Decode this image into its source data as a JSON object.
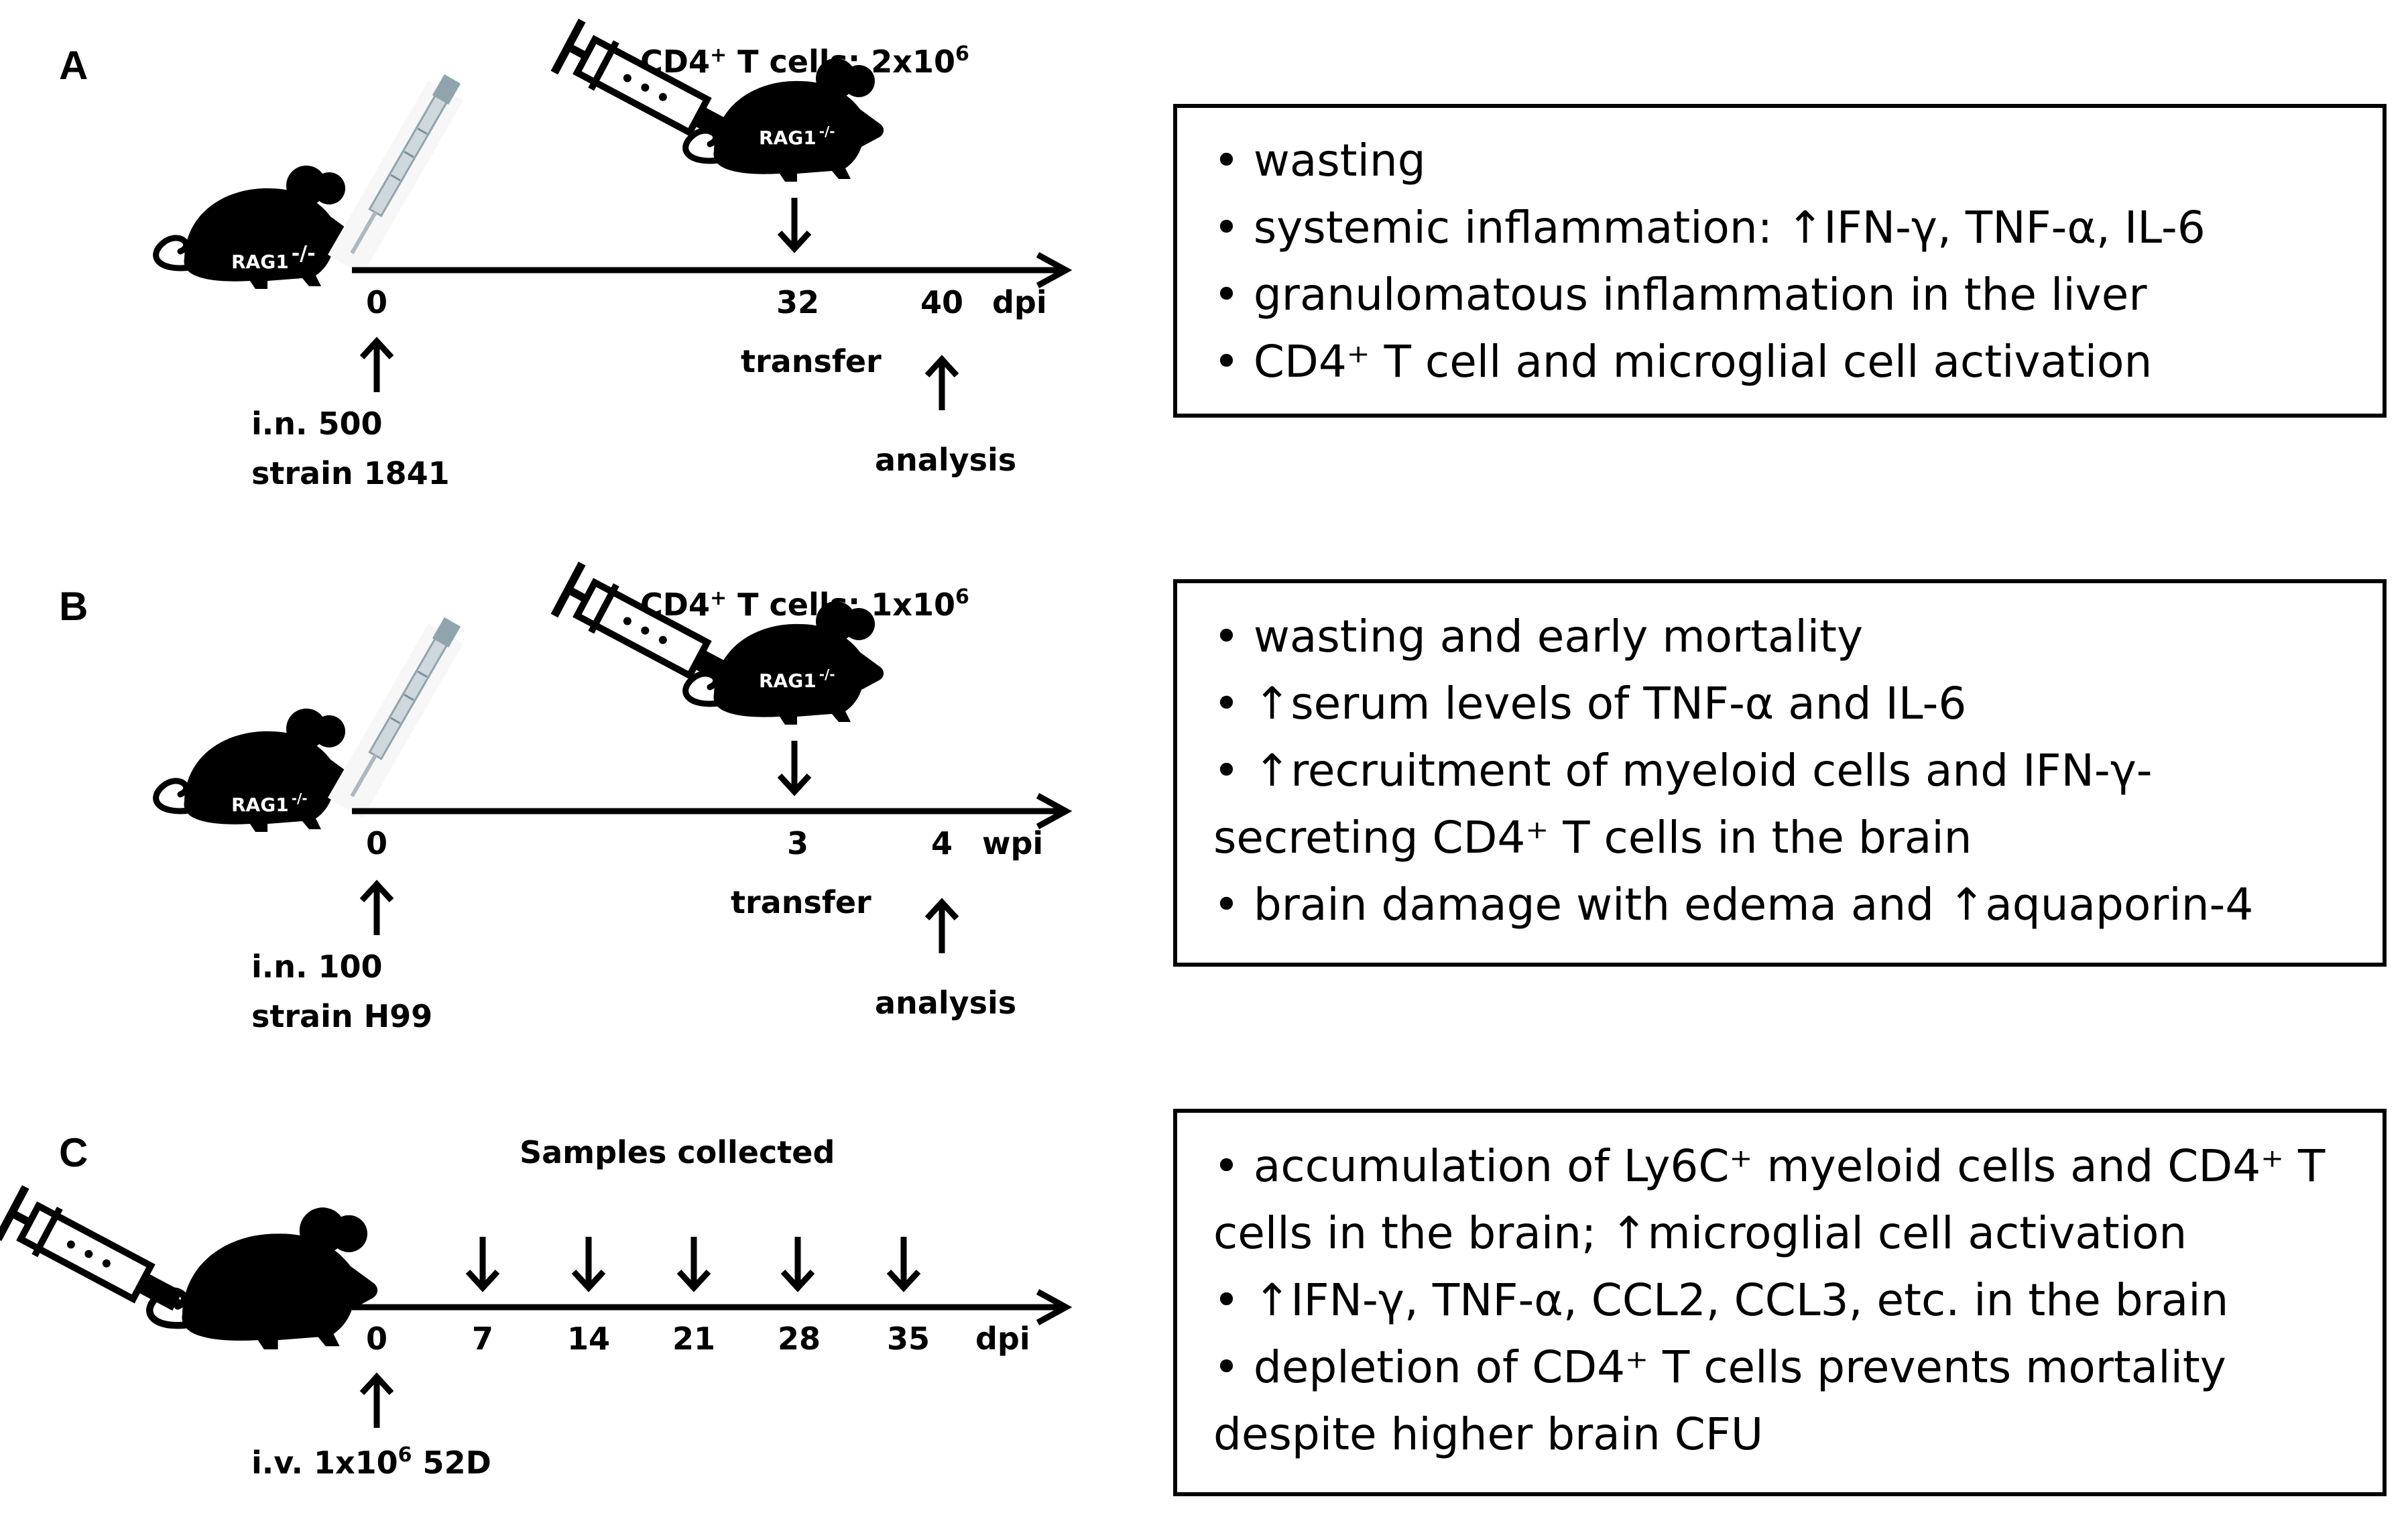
{
  "panels": [
    {
      "letter": "A",
      "cells_label": "CD4",
      "cells_sup": "+",
      "cells_rest": " T cells: 2x10",
      "cells_exp": "6",
      "mouse_label": "RAG1",
      "mouse_sup": "-/-",
      "ticks": [
        "0",
        "32",
        "40"
      ],
      "unit": "dpi",
      "transfer_label": "transfer",
      "analysis_label": "analysis",
      "inoculation": [
        "i.n. 500",
        "strain 1841"
      ],
      "findings": [
        "• wasting",
        "• systemic inflammation: ↑IFN-γ, TNF-α, IL-6",
        "• granulomatous inflammation in the liver",
        "• CD4⁺ T cell and microglial cell activation"
      ]
    },
    {
      "letter": "B",
      "cells_label": "CD4",
      "cells_sup": "+",
      "cells_rest": " T cells: 1x10",
      "cells_exp": "6",
      "mouse_label": "RAG1",
      "mouse_sup": "-/-",
      "ticks": [
        "0",
        "3",
        "4"
      ],
      "unit": "wpi",
      "transfer_label": "transfer",
      "analysis_label": "analysis",
      "inoculation": [
        "i.n. 100",
        "strain H99"
      ],
      "findings": [
        "• wasting and early mortality",
        "• ↑serum levels of TNF-α and IL-6",
        "• ↑recruitment of myeloid cells and IFN-γ-",
        "secreting CD4⁺ T cells in the brain",
        "• brain damage with edema and ↑aquaporin-4"
      ]
    },
    {
      "letter": "C",
      "samples_label": "Samples collected",
      "ticks": [
        "0",
        "7",
        "14",
        "21",
        "28",
        "35"
      ],
      "unit": "dpi",
      "inoculation": [
        "i.v. 1x10",
        "6",
        " 52D"
      ],
      "findings": [
        "• accumulation of Ly6C⁺ myeloid cells and CD4⁺ T",
        "cells in the brain; ↑microglial cell activation",
        "• ↑IFN-γ, TNF-α, CCL2, CCL3, etc. in the brain",
        "• depletion of CD4⁺ T cells prevents mortality",
        "despite higher brain CFU"
      ]
    }
  ],
  "colors": {
    "ink": "#000000",
    "paper": "#ffffff"
  }
}
